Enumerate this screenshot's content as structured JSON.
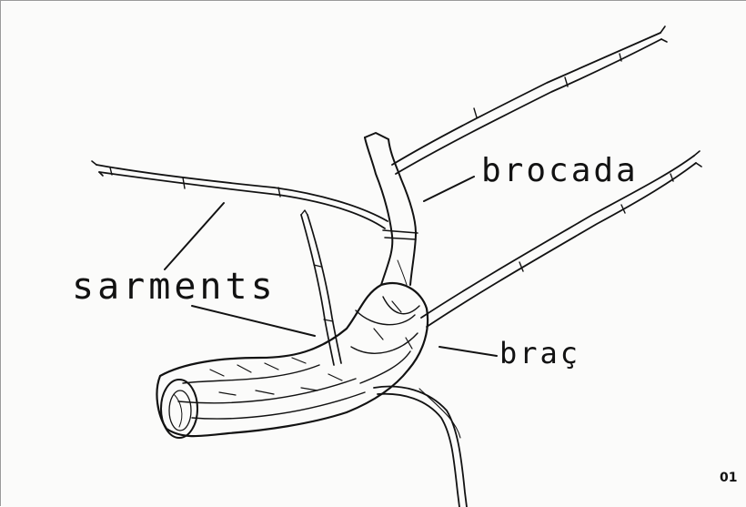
{
  "figure": {
    "number": "01",
    "labels": {
      "brocada": "brocada",
      "sarments": "sarments",
      "brac": "braç"
    }
  },
  "colors": {
    "ink": "#121212",
    "paper": "#fbfbfa",
    "frame": "#9a9a9a"
  }
}
